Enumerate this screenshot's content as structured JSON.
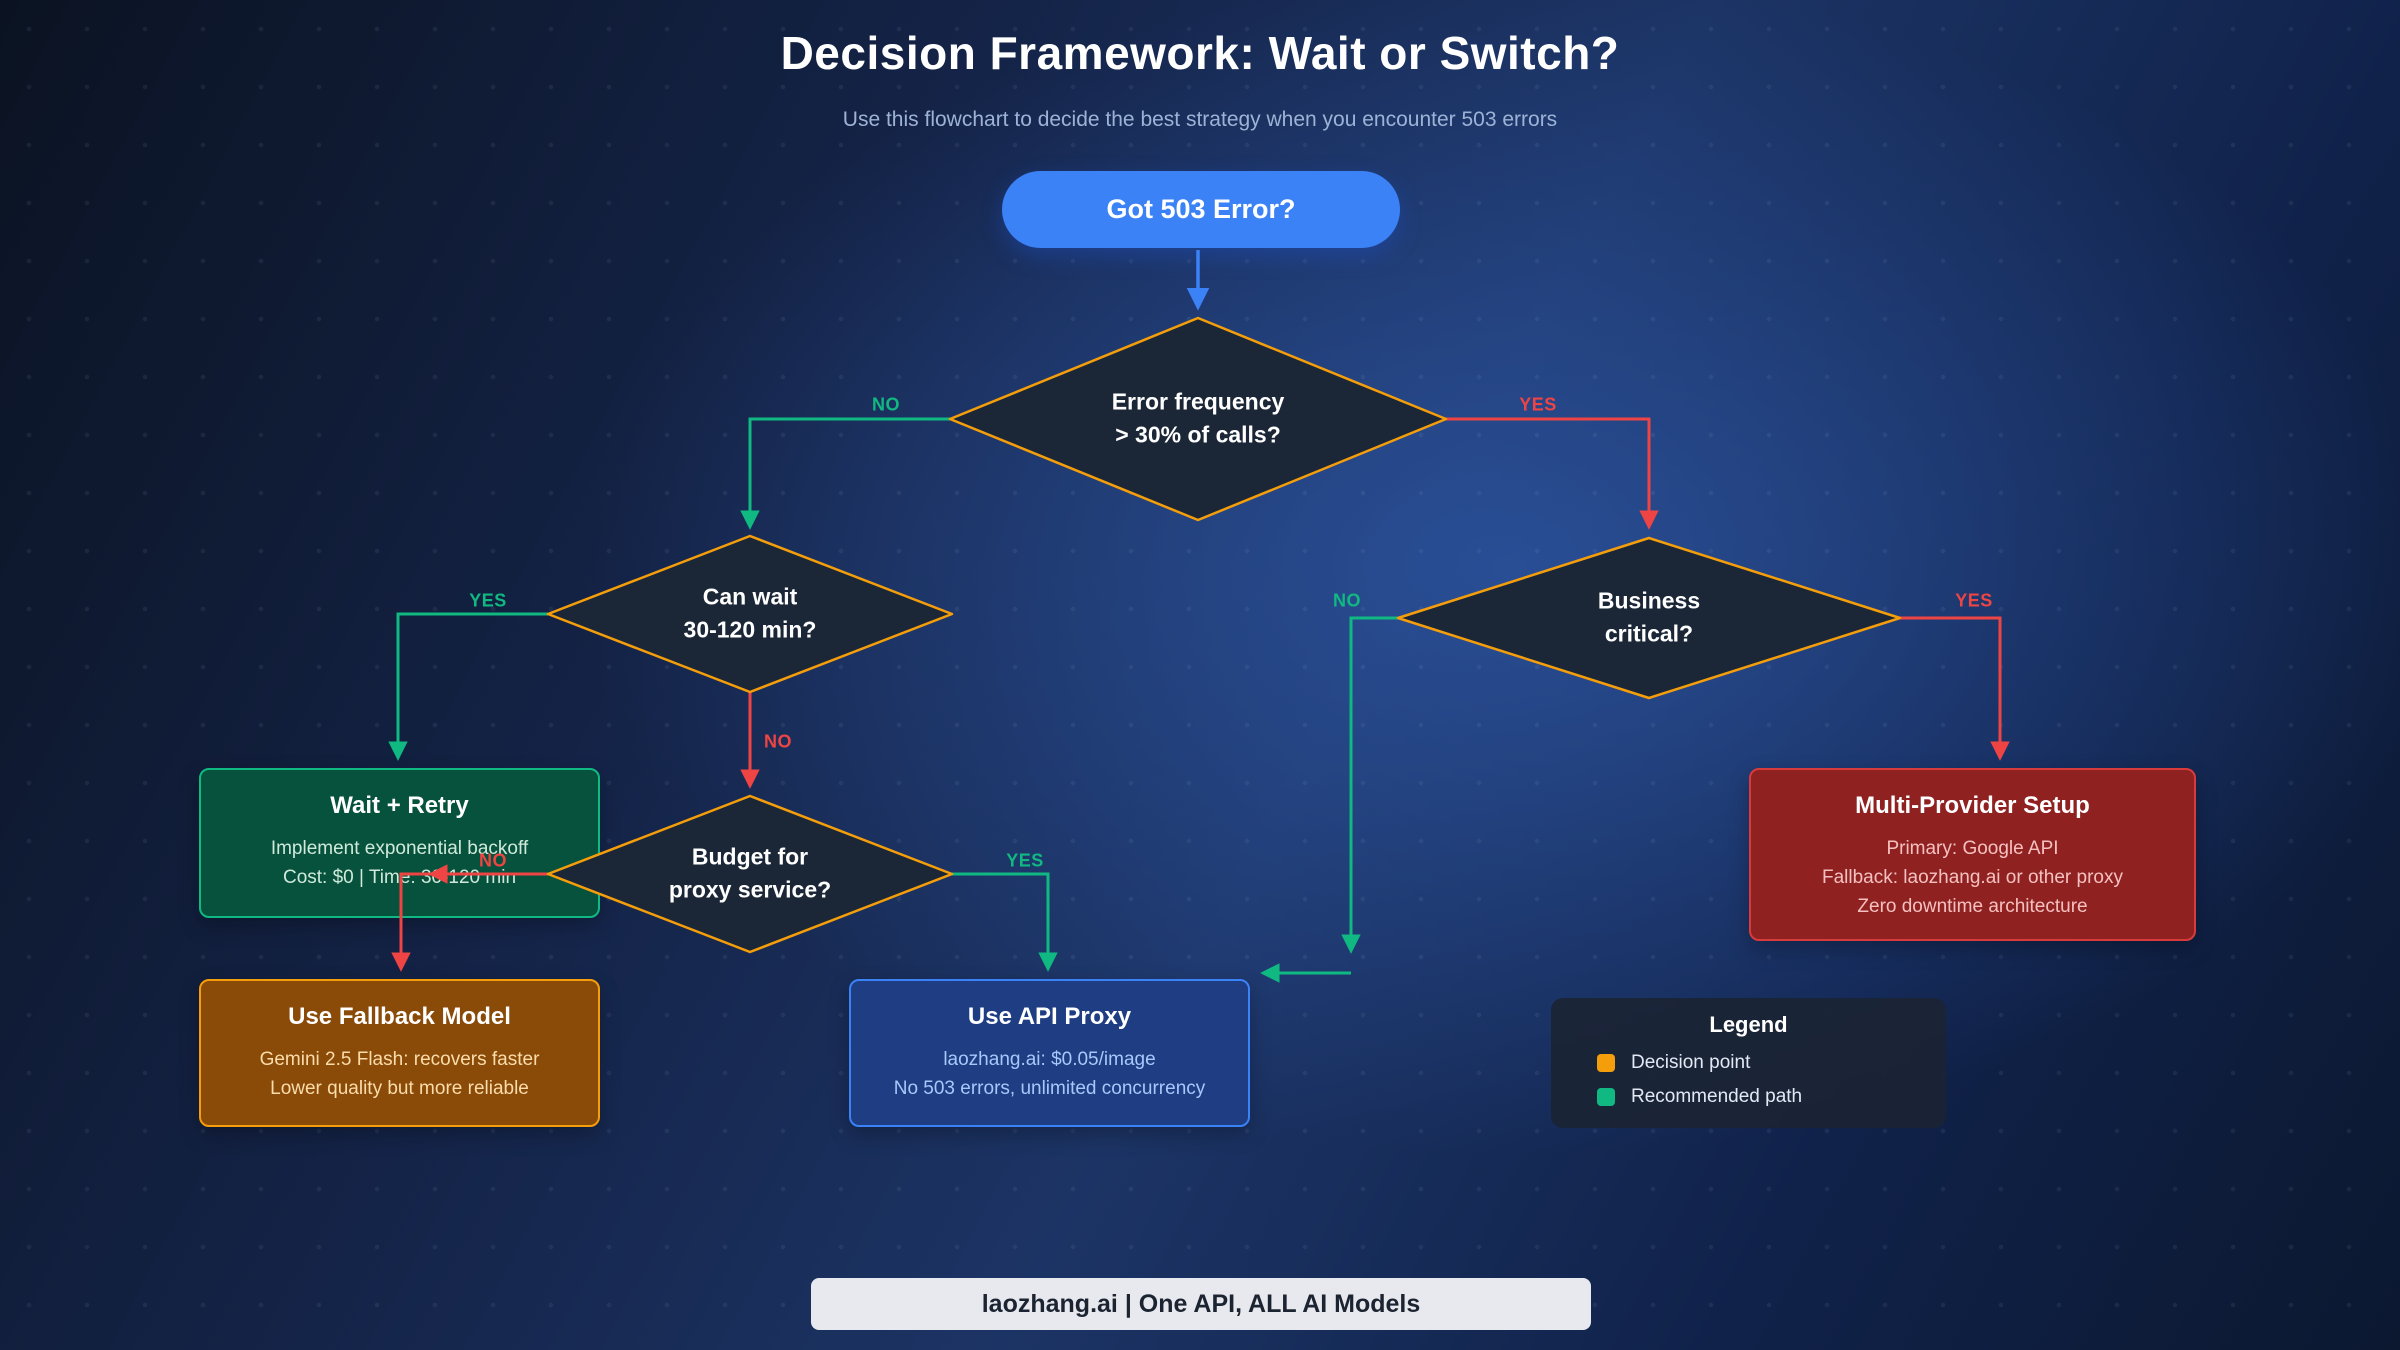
{
  "page": {
    "title": "Decision Framework: Wait or Switch?",
    "subtitle": "Use this flowchart to decide the best strategy when you encounter 503 errors"
  },
  "start": {
    "label": "Got 503 Error?"
  },
  "decisions": {
    "error_frequency": {
      "line1": "Error frequency",
      "line2": "> 30% of calls?"
    },
    "can_wait": {
      "line1": "Can wait",
      "line2": "30-120 min?"
    },
    "business_critical": {
      "line1": "Business",
      "line2": "critical?"
    },
    "budget_proxy": {
      "line1": "Budget for",
      "line2": "proxy service?"
    }
  },
  "edges": {
    "d1_no": "NO",
    "d1_yes": "YES",
    "d2_yes": "YES",
    "d2_no": "NO",
    "d4_no": "NO",
    "d4_yes": "YES",
    "d3_no": "NO",
    "d3_yes": "YES"
  },
  "outcomes": {
    "wait_retry": {
      "title": "Wait + Retry",
      "lines": [
        "Implement exponential backoff",
        "Cost: $0 | Time: 30-120 min"
      ]
    },
    "fallback_model": {
      "title": "Use Fallback Model",
      "lines": [
        "Gemini 2.5 Flash: recovers faster",
        "Lower quality but more reliable"
      ]
    },
    "api_proxy": {
      "title": "Use API Proxy",
      "lines": [
        "laozhang.ai: $0.05/image",
        "No 503 errors, unlimited concurrency"
      ]
    },
    "multi_provider": {
      "title": "Multi-Provider Setup",
      "lines": [
        "Primary: Google API",
        "Fallback: laozhang.ai or other proxy",
        "Zero downtime architecture"
      ]
    }
  },
  "legend": {
    "title": "Legend",
    "items": [
      {
        "label": "Decision point",
        "color": "#f59e0b"
      },
      {
        "label": "Recommended path",
        "color": "#10b981"
      }
    ]
  },
  "footer": {
    "text": "laozhang.ai | One API, ALL AI Models"
  },
  "colors": {
    "decision_border": "#f59e0b",
    "path_green": "#10b981",
    "path_red": "#ef4444",
    "start_blue": "#3b82f6"
  }
}
